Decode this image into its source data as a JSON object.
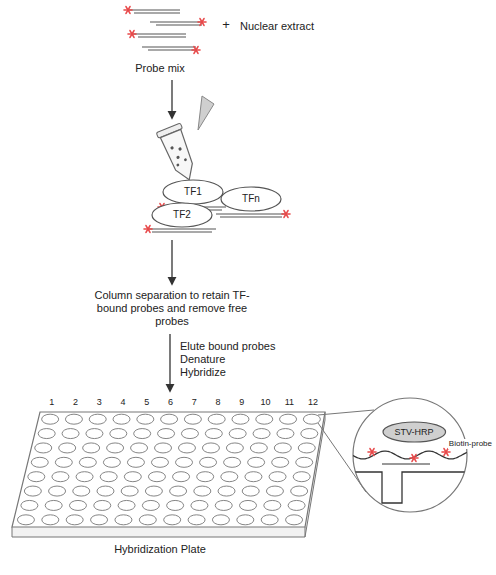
{
  "diagram": {
    "nodes": [
      {
        "text": [
          "TF1"
        ]
      },
      {
        "text": [
          "TF2"
        ]
      },
      {
        "text": [
          "TFn"
        ]
      },
      {
        "text": [
          "STV-HRP"
        ]
      }
    ],
    "labels": [
      "Probe mix",
      "+",
      "Nuclear extract",
      "Column separation to retain TF-bound probes and remove free probes",
      "Elute bound probes",
      "Denature",
      "Hybridize",
      "1",
      "2",
      "3",
      "4",
      "5",
      "6",
      "7",
      "8",
      "9",
      "10",
      "11",
      "12",
      "Hybridization Plate",
      "Biotin-probe"
    ]
  }
}
